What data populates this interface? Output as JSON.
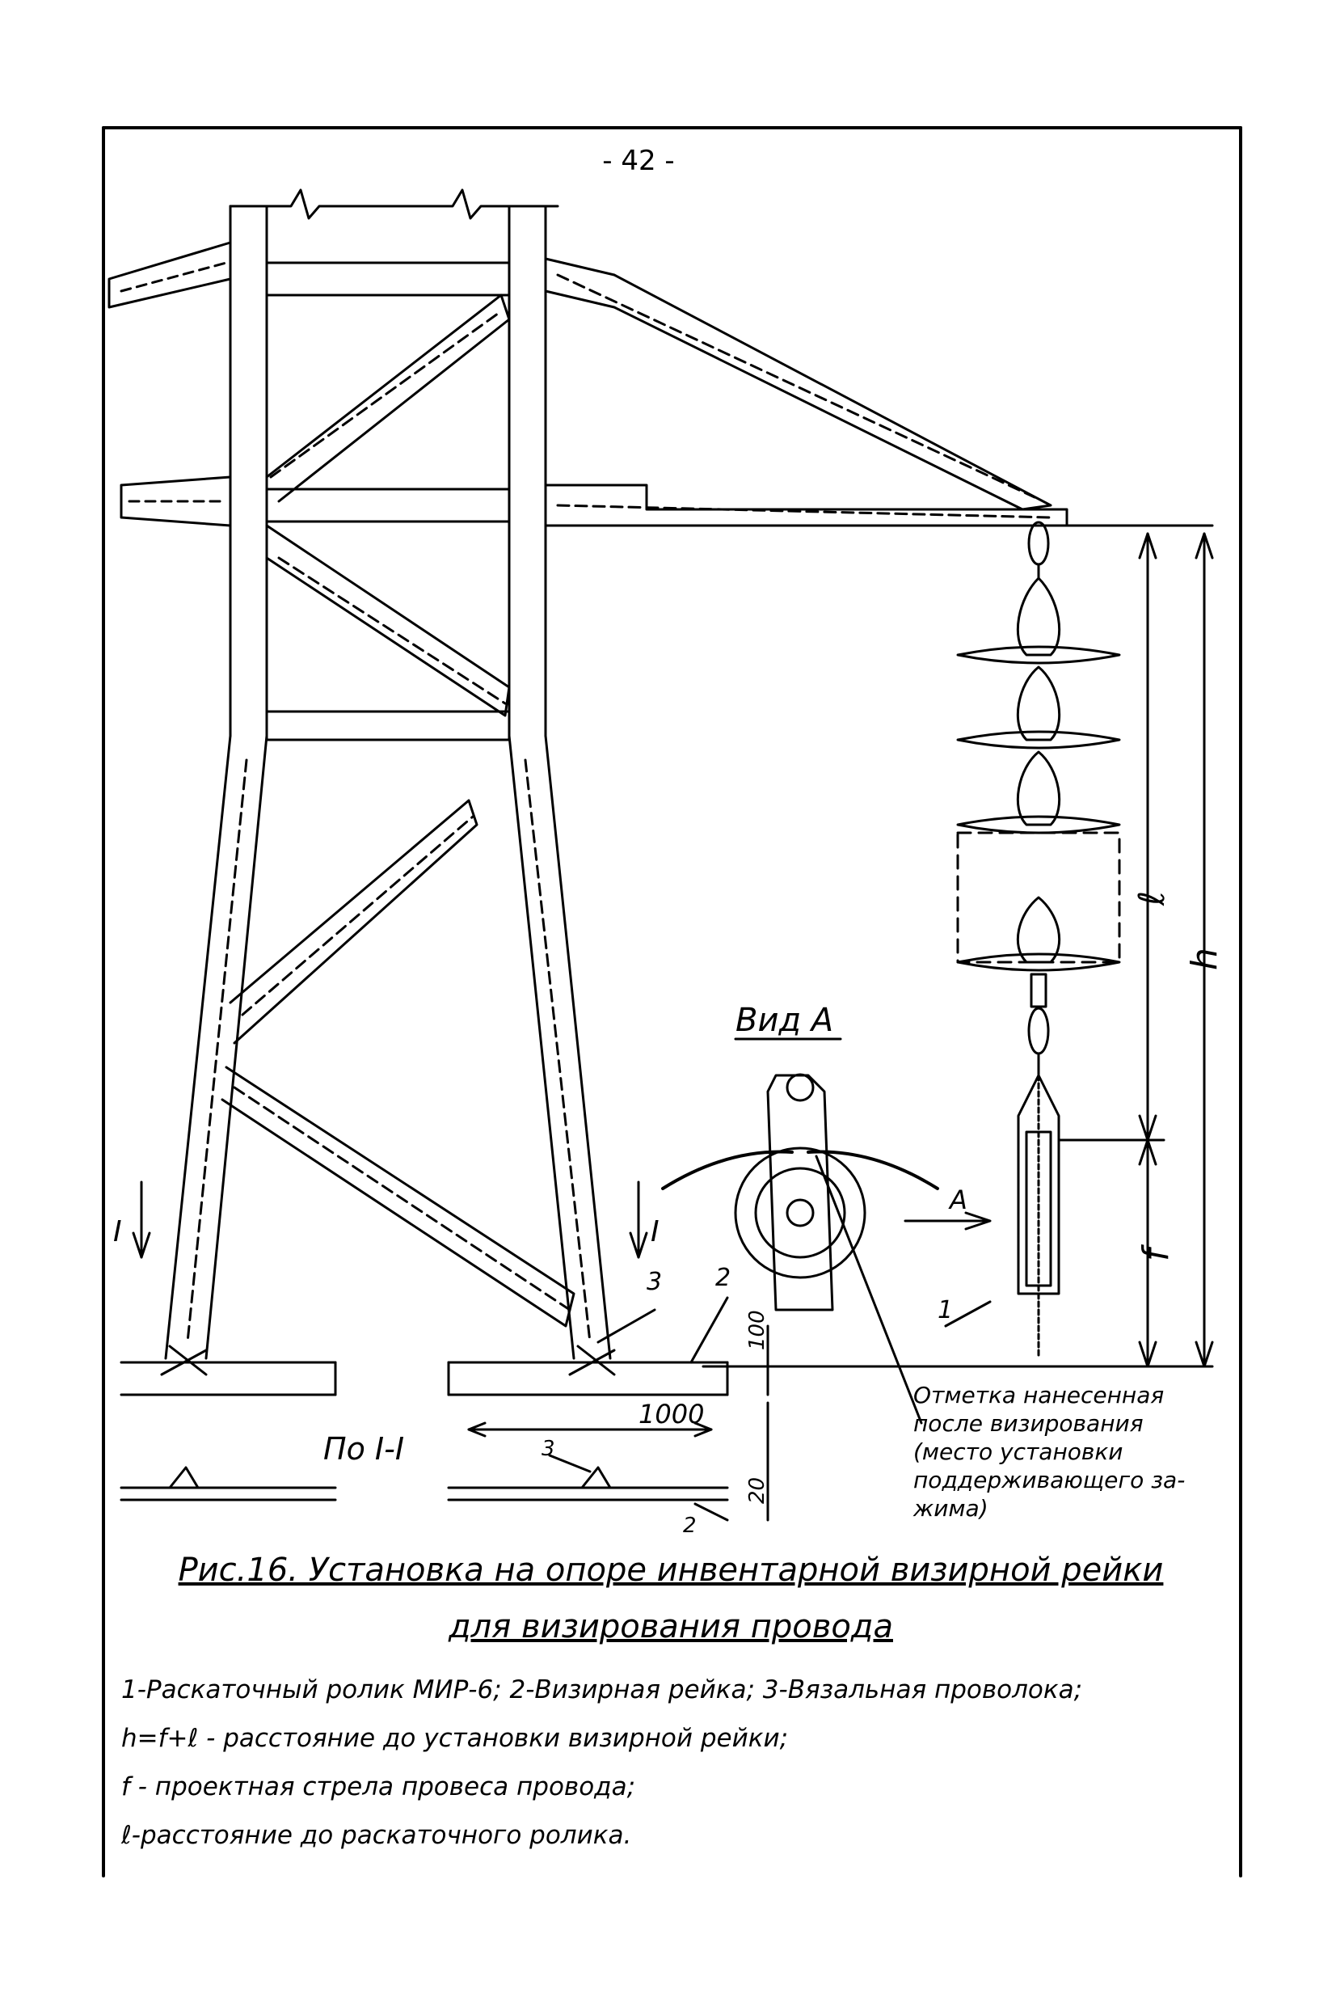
{
  "page": {
    "number": "- 42 -"
  },
  "figure": {
    "view_label": "Вид А",
    "arrow_label": "А",
    "section_markers": [
      "I",
      "I"
    ],
    "section_label": "По I-I",
    "dim_1000": "1000",
    "dim_100": "100",
    "dim_20": "20",
    "callouts": [
      "1",
      "2",
      "3",
      "3",
      "2"
    ],
    "letters": {
      "h": "h",
      "l": "ℓ",
      "f": "f"
    },
    "mark_note": [
      "Отметка нанесенная",
      "после визирования",
      "(место установки",
      "поддерживающего за-",
      "жима)"
    ]
  },
  "caption": {
    "title_line1": "Рис.16. Установка на опоре инвентарной визирной рейки",
    "title_line2": "для визирования провода",
    "legend": [
      "1-Раскаточный ролик МИР-6; 2-Визирная рейка; 3-Вязальная проволока;",
      "h=f+ℓ - расстояние до установки визирной рейки;",
      "f - проектная стрела провеса провода;",
      "ℓ-расстояние до раскаточного ролика."
    ]
  },
  "colors": {
    "ink": "#000000",
    "paper": "#ffffff"
  }
}
